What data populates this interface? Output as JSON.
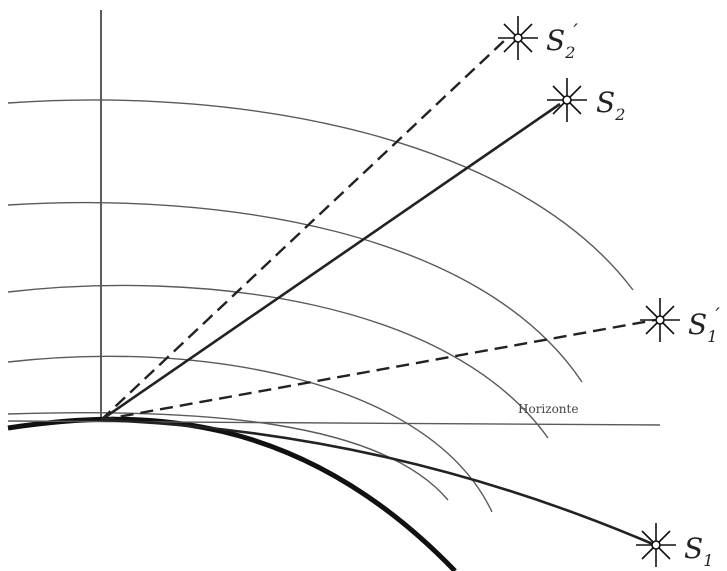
{
  "labels": {
    "horizon": "Horizonte",
    "stars": [
      {
        "id": "S2p",
        "letter": "S",
        "sub": "2",
        "prime": "′"
      },
      {
        "id": "S2",
        "letter": "S",
        "sub": "2",
        "prime": ""
      },
      {
        "id": "S1p",
        "letter": "S",
        "sub": "1",
        "prime": "′"
      },
      {
        "id": "S1",
        "letter": "S",
        "sub": "1",
        "prime": ""
      }
    ]
  }
}
